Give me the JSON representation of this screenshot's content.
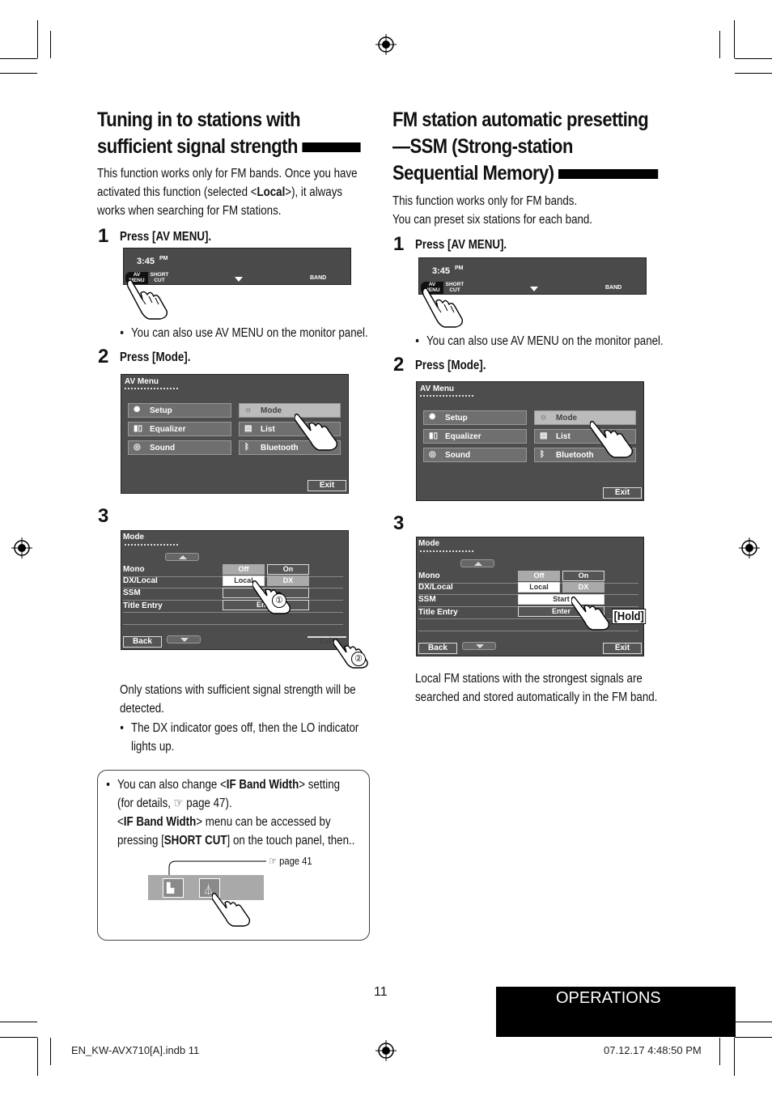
{
  "left": {
    "title_line1": "Tuning in to stations with",
    "title_line2": "sufficient signal strength",
    "intro_1": "This function works only for FM bands. Once you have",
    "intro_2_a": "activated this function (selected <",
    "intro_2_b": "Local",
    "intro_2_c": ">), it always",
    "intro_3": "works when searching for FM stations.",
    "step1_num": "1",
    "step1_text": "Press [AV MENU].",
    "step1_bullet": "You can also use AV MENU on the monitor panel.",
    "step2_num": "2",
    "step2_text": "Press [Mode].",
    "step3_num": "3",
    "result_1": "Only stations with sufficient signal strength will be",
    "result_2": "detected.",
    "result_bullet_1": "The DX indicator goes off, then the LO indicator",
    "result_bullet_2": "lights up.",
    "callout_1": "①",
    "callout_2": "②"
  },
  "right": {
    "title_line1": "FM station automatic presetting",
    "title_line2": "—SSM (Strong-station",
    "title_line3": "Sequential Memory)",
    "intro_1": "This function works only for FM bands.",
    "intro_2": "You can preset six stations for each band.",
    "step1_num": "1",
    "step1_text": "Press [AV MENU].",
    "step1_bullet": "You can also use AV MENU on the monitor panel.",
    "step2_num": "2",
    "step2_text": "Press [Mode].",
    "step3_num": "3",
    "hold_label": "[Hold]",
    "result_1": "Local FM stations with the strongest signals are",
    "result_2": "searched and stored automatically in the FM band."
  },
  "screen_top": {
    "time": "3:45",
    "pm": "PM",
    "av_menu": "AV\nMENU",
    "av_menu_1": "AV",
    "av_menu_2": "MENU",
    "short_1": "SHORT",
    "short_2": "CUT",
    "band": "BAND"
  },
  "av_menu_screen": {
    "title": "AV Menu",
    "setup": "Setup",
    "equalizer": "Equalizer",
    "sound": "Sound",
    "mode": "Mode",
    "list": "List",
    "bluetooth": "Bluetooth",
    "exit": "Exit"
  },
  "mode_screen": {
    "title": "Mode",
    "rows": [
      "Mono",
      "DX/Local",
      "SSM",
      "Title Entry"
    ],
    "off": "Off",
    "on": "On",
    "local": "Local",
    "dx": "DX",
    "start": "Start",
    "enter": "Enter",
    "back": "Back",
    "exit": "Exit"
  },
  "note": {
    "line1_a": "You can also change <",
    "line1_b": "IF Band Width",
    "line1_c": "> setting",
    "line2": "(for details, ☞ page 47).",
    "line3_a": "<",
    "line3_b": "IF Band Width",
    "line3_c": "> menu can be accessed by",
    "line4_a": "pressing [",
    "line4_b": "SHORT CUT",
    "line4_c": "] on the touch panel, then..",
    "page_ref": "☞ page 41"
  },
  "page_number": "11",
  "section_label": "OPERATIONS",
  "footer_left": "EN_KW-AVX710[A].indb   11",
  "footer_right": "07.12.17   4:48:50 PM"
}
